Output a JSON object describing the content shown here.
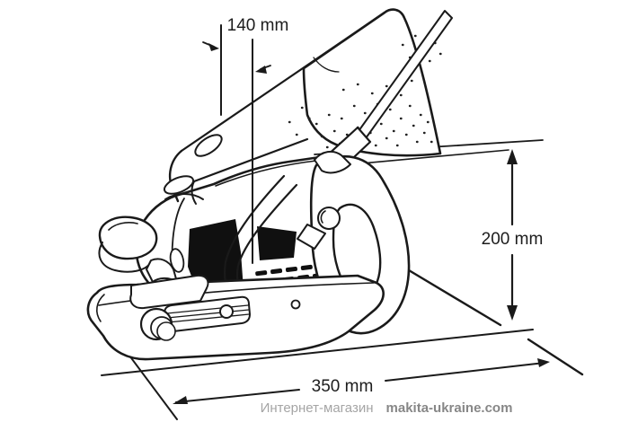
{
  "dimensions": {
    "width_label": "140 mm",
    "height_label": "200 mm",
    "length_label": "350 mm"
  },
  "footer": {
    "store": "Интернет-магазин",
    "site": "makita-ukraine.com"
  },
  "colors": {
    "ink": "#1a1a1a",
    "background": "#ffffff",
    "footer_store": "#a5a5a5",
    "footer_site": "#878787"
  }
}
